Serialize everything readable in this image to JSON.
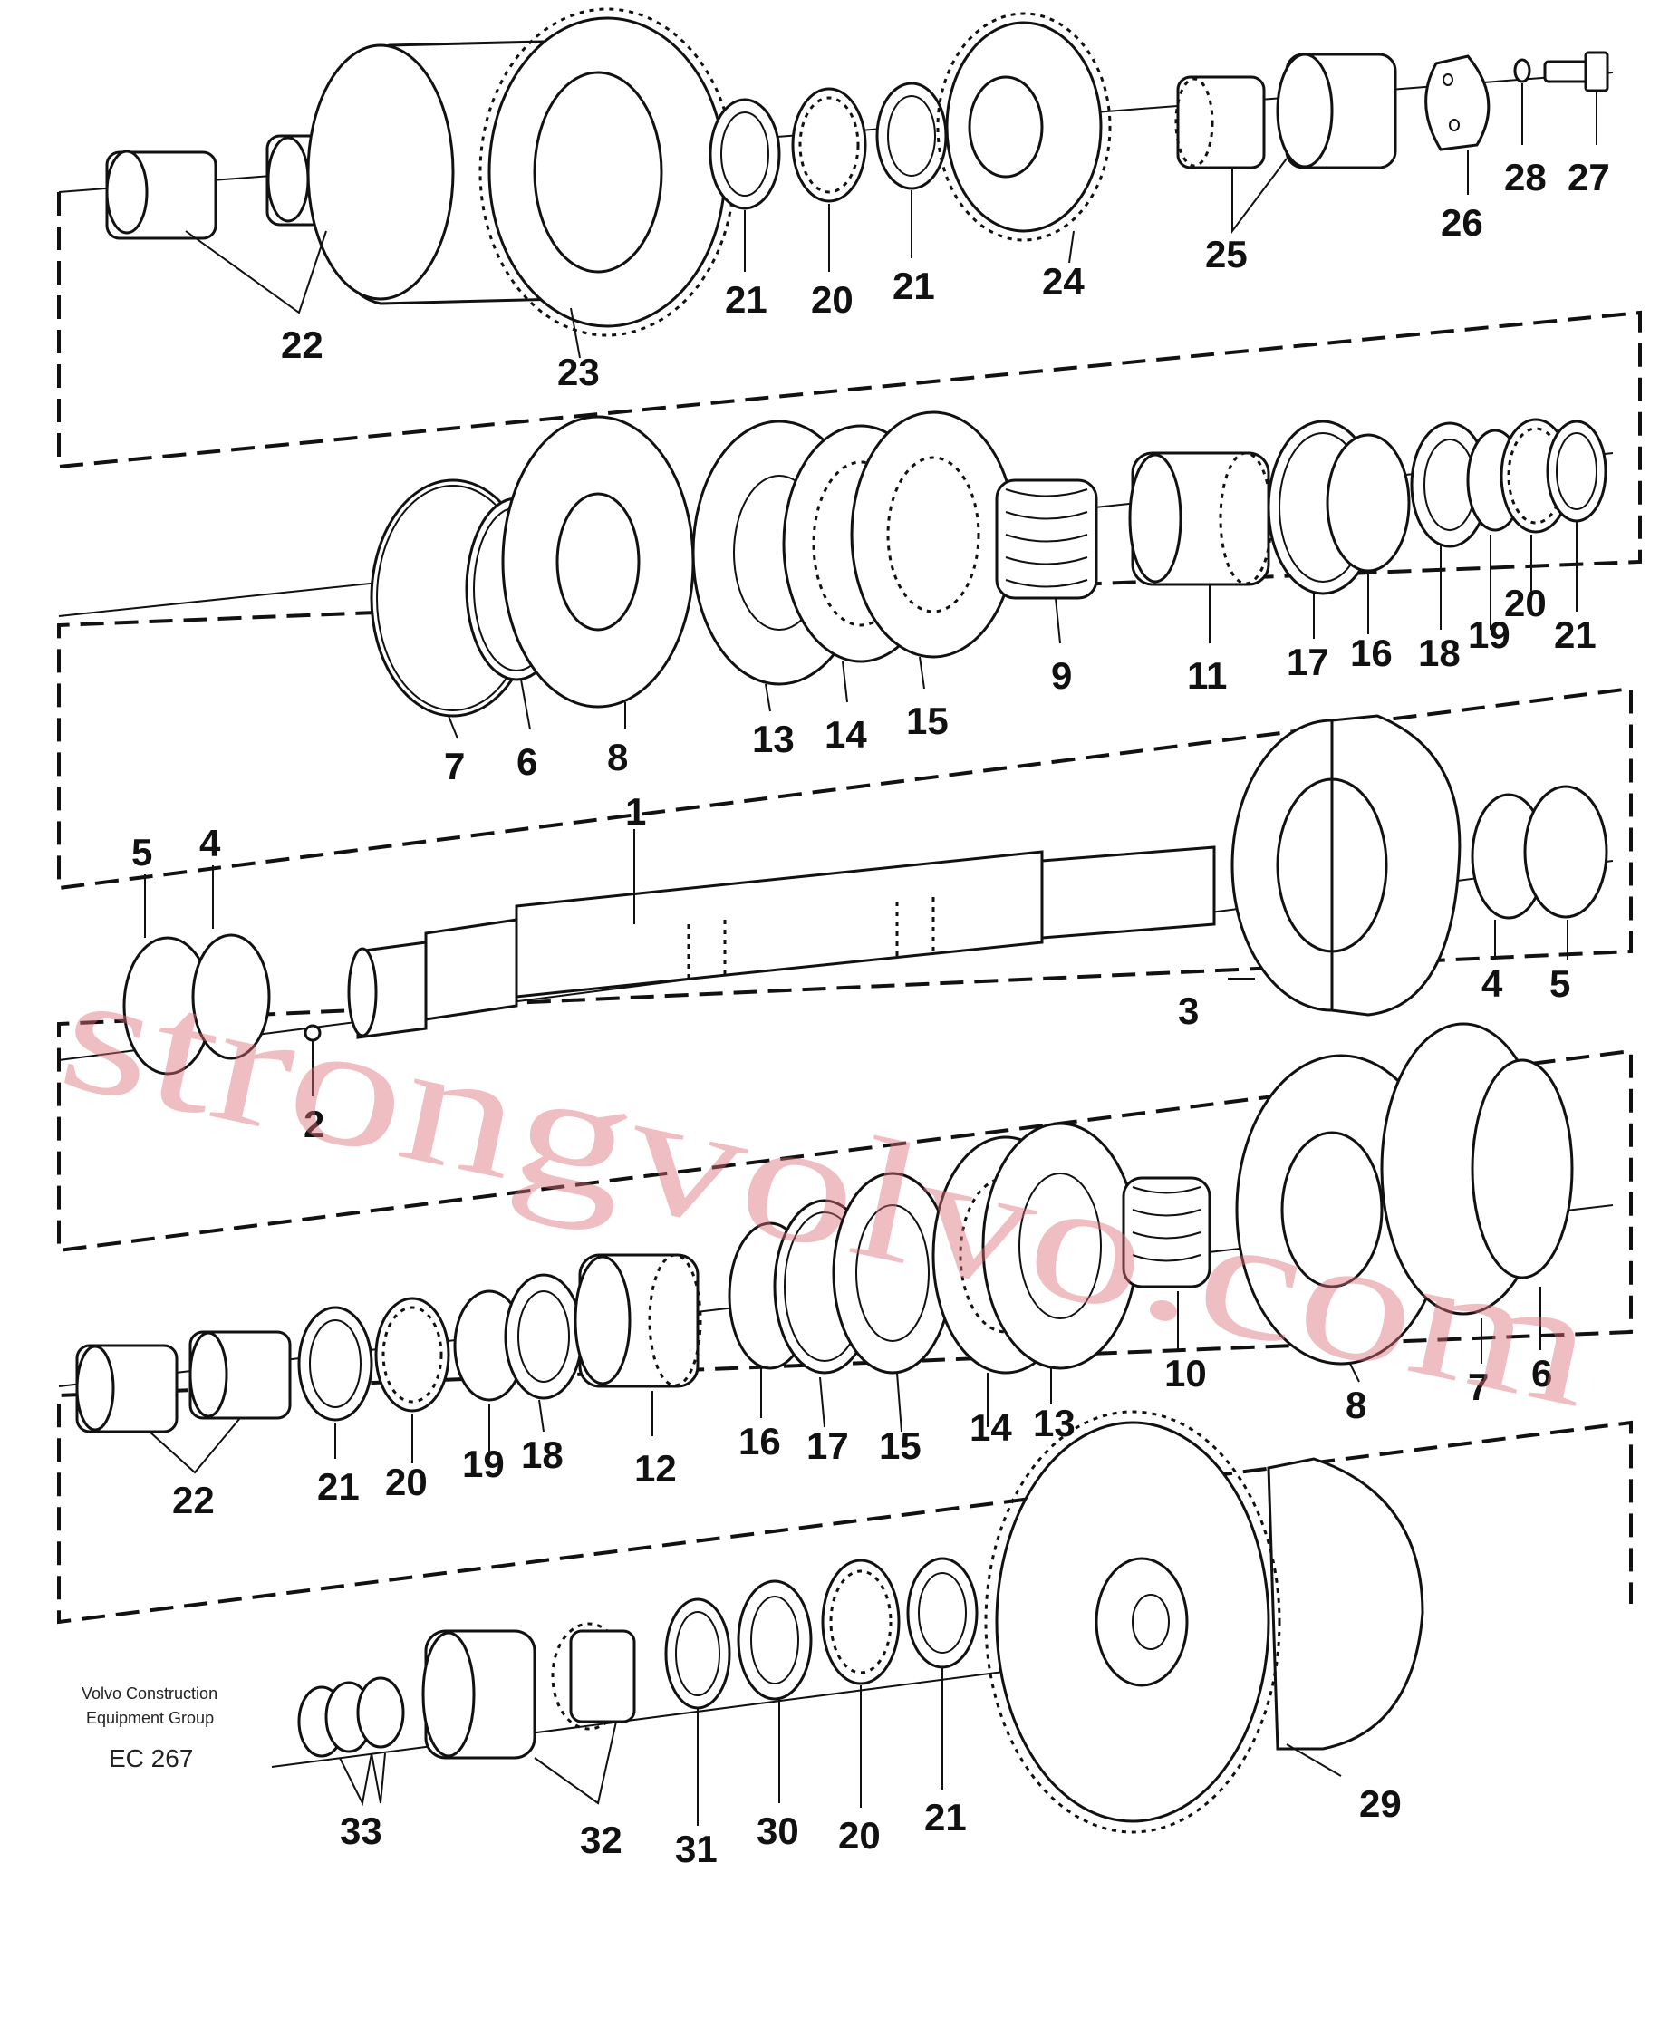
{
  "footer": {
    "company_line1": "Volvo Construction",
    "company_line2": "Equipment Group",
    "code": "EC 267"
  },
  "watermark": {
    "text": "strongvolvo.com",
    "color": "#dc6e78"
  },
  "callouts": {
    "c22a": "22",
    "c23": "23",
    "c21a": "21",
    "c20a": "20",
    "c21b": "21",
    "c24": "24",
    "c25": "25",
    "c26": "26",
    "c28": "28",
    "c27": "27",
    "c7a": "7",
    "c6a": "6",
    "c8a": "8",
    "c13a": "13",
    "c14a": "14",
    "c15a": "15",
    "c9": "9",
    "c11": "11",
    "c17a": "17",
    "c16a": "16",
    "c18a": "18",
    "c19a": "19",
    "c20b": "20",
    "c21c": "21",
    "c1": "1",
    "c5a": "5",
    "c4a": "4",
    "c2": "2",
    "c3": "3",
    "c4b": "4",
    "c5b": "5",
    "c22b": "22",
    "c21d": "21",
    "c20c": "20",
    "c19b": "19",
    "c18b": "18",
    "c12": "12",
    "c16b": "16",
    "c17b": "17",
    "c15b": "15",
    "c14b": "14",
    "c13b": "13",
    "c10": "10",
    "c8b": "8",
    "c7b": "7",
    "c6b": "6",
    "c33": "33",
    "c32": "32",
    "c31": "31",
    "c30": "30",
    "c20d": "20",
    "c21e": "21",
    "c29": "29"
  }
}
